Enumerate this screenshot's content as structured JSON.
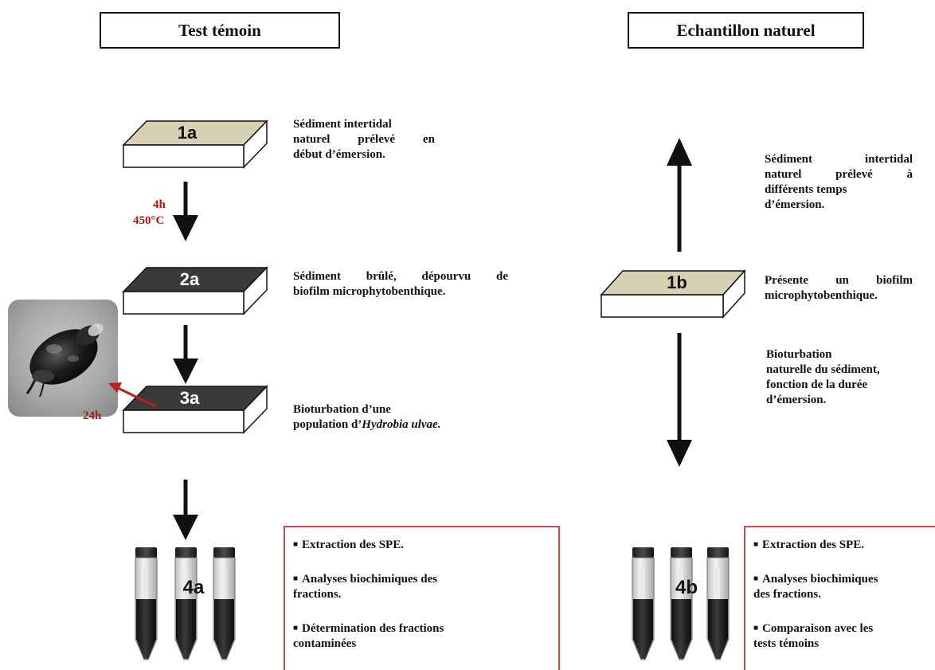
{
  "headers": {
    "left": "Test témoin",
    "right": "Echantillon naturel"
  },
  "blocks": {
    "b1a": {
      "label": "1a",
      "top_color": "#d8d0b4"
    },
    "b2a": {
      "label": "2a",
      "top_color": "#3a3a3a"
    },
    "b3a": {
      "label": "3a",
      "top_color": "#3a3a3a"
    },
    "b1b": {
      "label": "1b",
      "top_color": "#d8d0b4"
    }
  },
  "tubes": {
    "left_label": "4a",
    "right_label": "4b"
  },
  "left_texts": {
    "t1_line1": "Sédiment intertidal",
    "t1_line2": "naturel prélevé en",
    "t1_line3": "début d’émersion.",
    "t2_line1": "Sédiment brûlé, dépourvu de",
    "t2_line2": "biofilm microphytobenthique.",
    "t3_line1": "Bioturbation d’une",
    "t3_line2_prefix": "population d’",
    "t3_line2_italic": "Hydrobia ulvae."
  },
  "conditions": {
    "time": "4h",
    "temp": "450°C",
    "snail_time": "24h"
  },
  "right_texts": {
    "r1_line1": "Sédiment intertidal",
    "r1_line2": "naturel prélevé à",
    "r1_line3": "différents temps",
    "r1_line4": "d’émersion.",
    "r2_line1": "Présente un biofilm",
    "r2_line2": "microphytobenthique.",
    "r3_line1": "Bioturbation",
    "r3_line2": "naturelle du sédiment,",
    "r3_line3": "fonction de la durée",
    "r3_line4": "d’émersion."
  },
  "left_panel": {
    "item1": "Extraction des SPE.",
    "item2_line1": "Analyses biochimiques des",
    "item2_line2": "fractions.",
    "item3_line1": "Détermination des fractions",
    "item3_line2": "contaminées"
  },
  "right_panel": {
    "item1": "Extraction des SPE.",
    "item2_line1": "Analyses biochimiques",
    "item2_line2": "des fractions.",
    "item3_line1": "Comparaison avec les",
    "item3_line2": "tests témoins"
  },
  "colors": {
    "panel_border": "#c0504d",
    "condition_red": "#a11a1a",
    "arrow_black": "#111111",
    "snail_arrow": "#c0201c"
  }
}
